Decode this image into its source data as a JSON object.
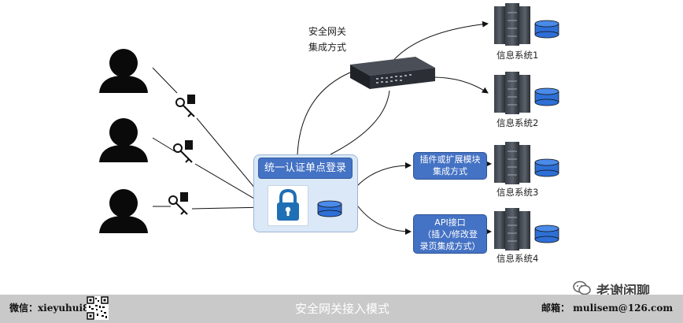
{
  "gateway": {
    "label_line1": "安全网关",
    "label_line2": "集成方式"
  },
  "sso": {
    "title": "统一认证单点登录"
  },
  "plugin_box": {
    "line1": "插件或扩展模块",
    "line2": "集成方式"
  },
  "api_box": {
    "line1": "API接口",
    "line2": "（插入/修改登",
    "line3": "录页集成方式）"
  },
  "systems": [
    {
      "label": "信息系统1"
    },
    {
      "label": "信息系统2"
    },
    {
      "label": "信息系统3"
    },
    {
      "label": "信息系统4"
    }
  ],
  "footer": {
    "wechat": "微信：xieyuhui888",
    "title": "安全网关接入模式",
    "email": "邮箱：  mulisem@126.com"
  },
  "watermark": {
    "text": "老谢闲聊"
  },
  "colors": {
    "accent": "#4472c4",
    "panel": "#dae8f7",
    "footer": "#c9c9c9",
    "db": "#2e6fd6"
  }
}
